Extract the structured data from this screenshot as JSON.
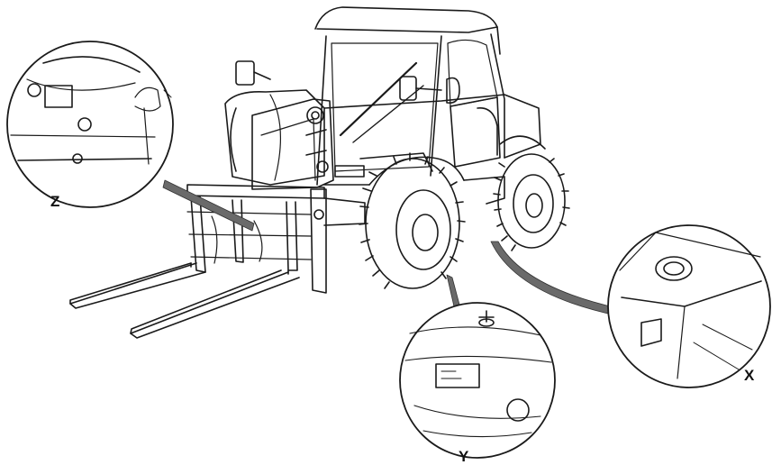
{
  "callouts": {
    "z": {
      "label": "Z"
    },
    "y": {
      "label": "Y"
    },
    "x": {
      "label": "X"
    }
  },
  "colors": {
    "line": "#1a1a1a",
    "leader": "#555555",
    "background": "#ffffff"
  }
}
